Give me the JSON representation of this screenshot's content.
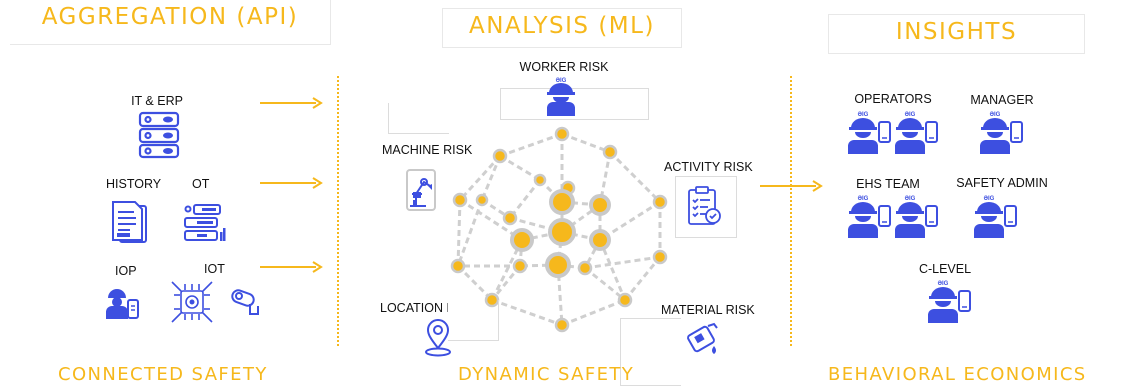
{
  "sections": {
    "aggregation": {
      "header": "AGGREGATION (API)",
      "footer": "CONNECTED SAFETY",
      "sources": [
        {
          "label": "IT & ERP",
          "icon": "database-icon"
        },
        {
          "label": "HISTORY",
          "icon": "documents-icon"
        },
        {
          "label": "OT",
          "icon": "server-rack-icon"
        },
        {
          "label": "IOP",
          "icon": "worker-device-icon"
        },
        {
          "label": "IOT",
          "icon": "iot-chip-camera-icon"
        }
      ]
    },
    "analysis": {
      "header": "ANALYSIS (ML)",
      "footer": "DYNAMIC SAFETY",
      "risks": [
        {
          "label": "WORKER RISK",
          "icon": "worker-icon"
        },
        {
          "label": "MACHINE RISK",
          "icon": "robot-arm-icon"
        },
        {
          "label": "ACTIVITY RISK",
          "icon": "clipboard-check-icon"
        },
        {
          "label": "LOCATION RISK",
          "icon": "location-pin-icon"
        },
        {
          "label": "MATERIAL RISK",
          "icon": "chemical-container-icon"
        }
      ]
    },
    "insights": {
      "header": "INSIGHTS",
      "footer": "BEHAVIORAL ECONOMICS",
      "audiences": [
        {
          "label": "OPERATORS",
          "icon": "workers-icon"
        },
        {
          "label": "MANAGER",
          "icon": "worker-icon"
        },
        {
          "label": "EHS TEAM",
          "icon": "workers-icon"
        },
        {
          "label": "SAFETY ADMIN",
          "icon": "worker-icon"
        },
        {
          "label": "C-LEVEL",
          "icon": "worker-icon"
        }
      ]
    }
  },
  "colors": {
    "accent": "#f6b81c",
    "icon_blue": "#3d4fe0",
    "network_line": "#cfcfcf",
    "node_fill": "#f6b81c",
    "node_stroke": "#c9c9c9"
  }
}
